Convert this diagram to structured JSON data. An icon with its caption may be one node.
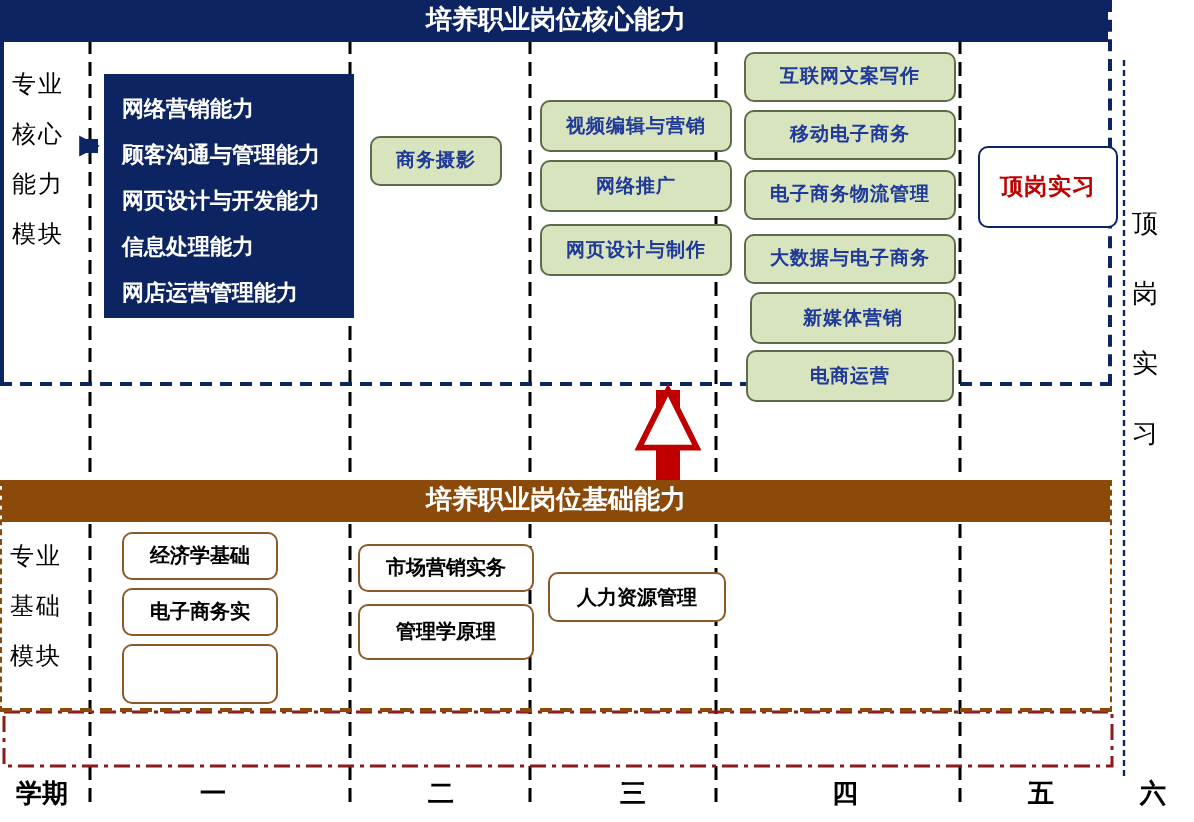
{
  "diagram": {
    "nodes": [
      {
        "text": [
          "培养职业岗位核心能力"
        ]
      },
      {
        "text": [
          "专业核心能力模块"
        ],
        "in": 0
      },
      {
        "text": [
          "网络营销能力",
          "顾客沟通与管理能力",
          "网页设计与开发能力",
          "信息处理能力",
          "网店运营管理能力"
        ],
        "in": 0
      },
      {
        "text": [
          "商务摄影"
        ],
        "in": 0
      },
      {
        "text": [
          "视频编辑与营销"
        ],
        "in": 0
      },
      {
        "text": [
          "网络推广"
        ],
        "in": 0
      },
      {
        "text": [
          "网页设计与制作"
        ],
        "in": 0
      },
      {
        "text": [
          "互联网文案写作"
        ],
        "in": 0
      },
      {
        "text": [
          "移动电子商务"
        ],
        "in": 0
      },
      {
        "text": [
          "电子商务物流管理"
        ],
        "in": 0
      },
      {
        "text": [
          "大数据与电子商务"
        ],
        "in": 0
      },
      {
        "text": [
          "新媒体营销"
        ],
        "in": 0
      },
      {
        "text": [
          "电商运营"
        ]
      },
      {
        "text": [
          "顶岗实习"
        ],
        "in": 0
      },
      {
        "text": [
          "培养职业岗位基础能力"
        ]
      },
      {
        "text": [
          "专业基础模块"
        ],
        "in": 14
      },
      {
        "text": [
          "经济学基础"
        ],
        "in": 14
      },
      {
        "text": [
          "电子商务实"
        ],
        "in": 14
      },
      {
        "text": [],
        "shape": "box",
        "in": 14
      },
      {
        "text": [
          "市场营销实务"
        ],
        "in": 14
      },
      {
        "text": [
          "管理学原理"
        ],
        "in": 14
      },
      {
        "text": [
          "人力资源管理"
        ],
        "in": 14
      }
    ],
    "edges": [
      {
        "from": 1,
        "to": 2,
        "arrow": "to"
      },
      {
        "from": 14,
        "to": 0,
        "arrow": "to",
        "color": "#c00000"
      }
    ],
    "labels": [
      "顶岗实习",
      "学期",
      "一",
      "二",
      "三",
      "四",
      "五",
      "六"
    ]
  }
}
